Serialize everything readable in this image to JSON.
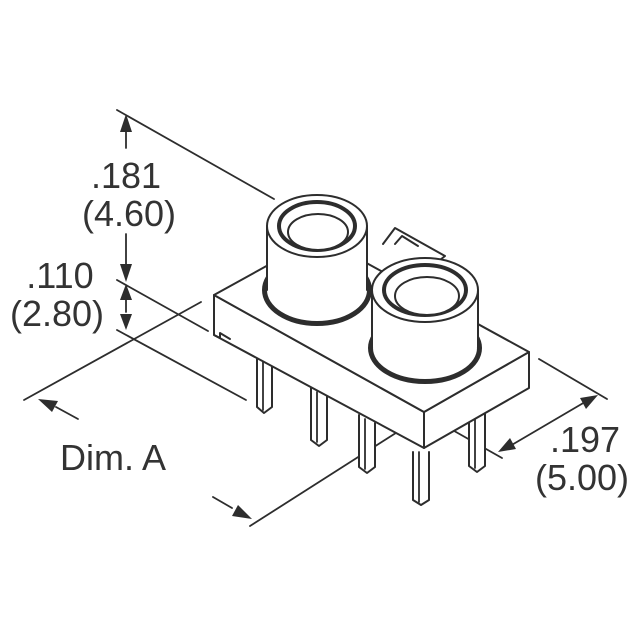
{
  "diagram": {
    "type": "isometric mechanical dimension drawing",
    "subject": "dual barrel connector on rectangular base with through-hole pins",
    "line_color": "#2d2d2d",
    "text_color": "#333333",
    "background": "#ffffff"
  },
  "dimensions": {
    "height_total": {
      "inch": ".181",
      "mm": "(4.60)"
    },
    "base_height": {
      "inch": ".110",
      "mm": "(2.80)"
    },
    "depth": {
      "inch": ".197",
      "mm": "(5.00)"
    },
    "length": {
      "label": "Dim. A"
    }
  }
}
